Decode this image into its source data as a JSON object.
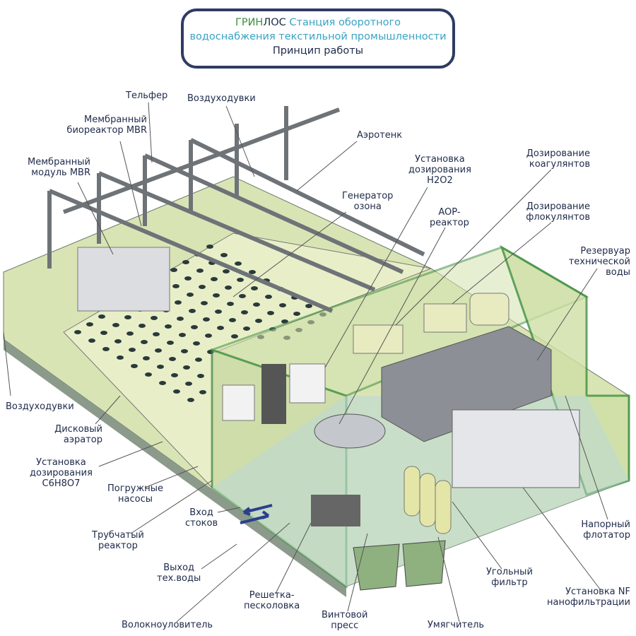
{
  "title": {
    "brand_green": "ГРИН",
    "brand_dark": "ЛОС",
    "line1": "Станция оборотного",
    "line2": "водоснабжения текстильной промышленности",
    "subtitle": "Принцип работы"
  },
  "colors": {
    "frame": "#2f3b63",
    "accent": "#3aa3c3",
    "green": "#3a8f3e",
    "text": "#1e2a4a",
    "floor": "#d9e4b5",
    "wall": "#4a9a4a"
  },
  "labels": {
    "telfer": "Тельфер",
    "blowers_top": "Воздуходувки",
    "mbr_bioreactor": [
      "Мембранный",
      "биореактор MBR"
    ],
    "mbr_module": [
      "Мембранный",
      "модуль MBR"
    ],
    "aerotank": "Аэротенк",
    "h2o2": [
      "Установка",
      "дозирования",
      "H2O2"
    ],
    "ozone": [
      "Генератор",
      "озона"
    ],
    "aop": [
      "AOP-",
      "реактор"
    ],
    "coagulant": [
      "Дозирование",
      "коагулянтов"
    ],
    "flocculant": [
      "Дозирование",
      "флокулянтов"
    ],
    "tech_water_tank": [
      "Резервуар",
      "технической",
      "воды"
    ],
    "blowers_left": "Воздуходувки",
    "disc_aerator": [
      "Дисковый",
      "аэратор"
    ],
    "c6h8o7": [
      "Установка",
      "дозирования",
      "C6H8O7"
    ],
    "pumps": [
      "Погружные",
      "насосы"
    ],
    "inlet": [
      "Вход",
      "стоков"
    ],
    "tube_reactor": [
      "Трубчатый",
      "реактор"
    ],
    "outlet": [
      "Выход",
      "тех.воды"
    ],
    "fiber_trap": "Волокноуловитель",
    "grit": [
      "Решетка-",
      "песколовка"
    ],
    "screw_press": [
      "Винтовой",
      "пресс"
    ],
    "softener": "Умягчитель",
    "carbon_filter": [
      "Угольный",
      "фильтр"
    ],
    "nf": [
      "Установка NF",
      "нанофильтрации"
    ],
    "flotator": [
      "Напорный",
      "флотатор"
    ]
  }
}
